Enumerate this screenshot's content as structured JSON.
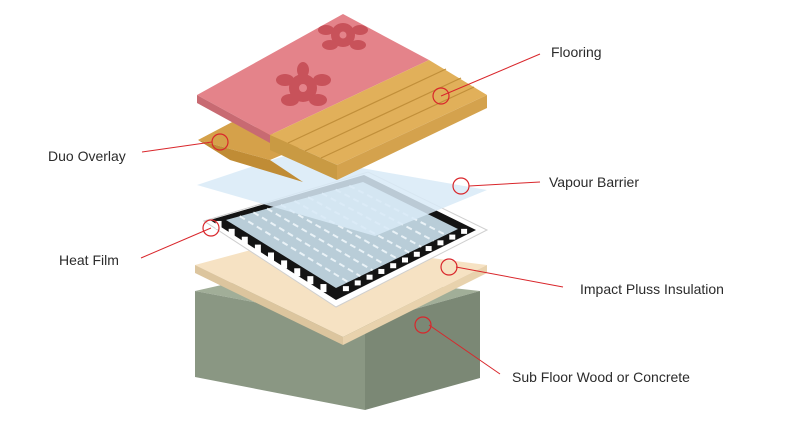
{
  "labels": {
    "flooring": "Flooring",
    "duo_overlay": "Duo Overlay",
    "vapour_barrier": "Vapour Barrier",
    "heat_film": "Heat Film",
    "impact_insulation": "Impact Pluss Insulation",
    "sub_floor": "Sub Floor Wood or Concrete"
  },
  "colors": {
    "callout": "#d9262b",
    "pink_tile": "#e48289",
    "flower": "#c65057",
    "wood": "#d8a54c",
    "wood_dark": "#b07a26",
    "vapour": "#d7e9f7",
    "heat_film_panel": "#bccfd9",
    "heat_film_track": "#111111",
    "insulation": "#f6e1c0",
    "concrete_top": "#9aa792",
    "concrete_side": "#7f8c78"
  }
}
